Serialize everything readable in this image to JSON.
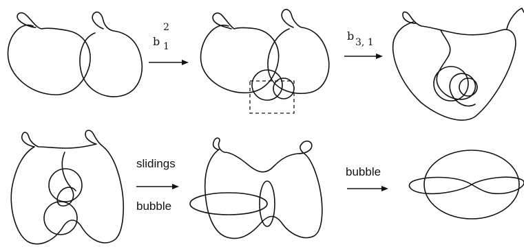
{
  "arrows": {
    "a1": {
      "main": "b",
      "sup": "2",
      "sub": "1"
    },
    "a2": {
      "main": "b",
      "sub": "3, 1"
    },
    "a3": {
      "top": "slidings",
      "bottom": "bubble"
    },
    "a4": {
      "top": "bubble"
    }
  },
  "colors": {
    "ink": "#111111",
    "background": "#ffffff"
  }
}
